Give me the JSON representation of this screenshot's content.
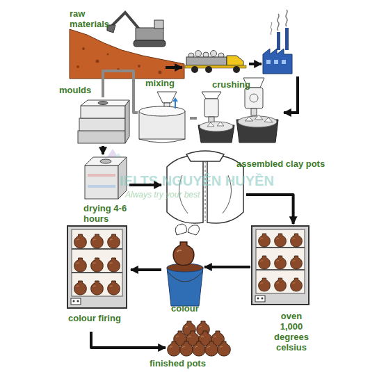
{
  "diagram": {
    "nodes": [
      {
        "text": [
          "raw materials"
        ]
      },
      {
        "text": [
          "crushing"
        ]
      },
      {
        "text": [
          "mixing"
        ]
      },
      {
        "text": [
          "moulds"
        ]
      },
      {
        "text": [
          "drying 4-6 hours"
        ]
      },
      {
        "text": [
          "assembled clay pots"
        ]
      },
      {
        "text": [
          "oven 1,000 degrees celsius"
        ]
      },
      {
        "text": [
          "colour"
        ]
      },
      {
        "text": [
          "colour firing"
        ]
      },
      {
        "text": [
          "finished pots"
        ]
      }
    ],
    "edges": [
      {
        "from": 1,
        "to": 2,
        "arrow": "none"
      },
      {
        "from": 2,
        "to": 3,
        "arrow": "none"
      },
      {
        "from": 3,
        "to": 4,
        "arrow": "to"
      },
      {
        "from": 4,
        "to": 5,
        "arrow": "to"
      },
      {
        "from": 5,
        "to": 6,
        "arrow": "to"
      },
      {
        "from": 6,
        "to": 7,
        "arrow": "to"
      },
      {
        "from": 7,
        "to": 8,
        "arrow": "to"
      },
      {
        "from": 8,
        "to": 9,
        "arrow": "to"
      }
    ],
    "labels": [
      "IELTS NGUYỄN HUYỀN",
      "Always try your best"
    ]
  }
}
